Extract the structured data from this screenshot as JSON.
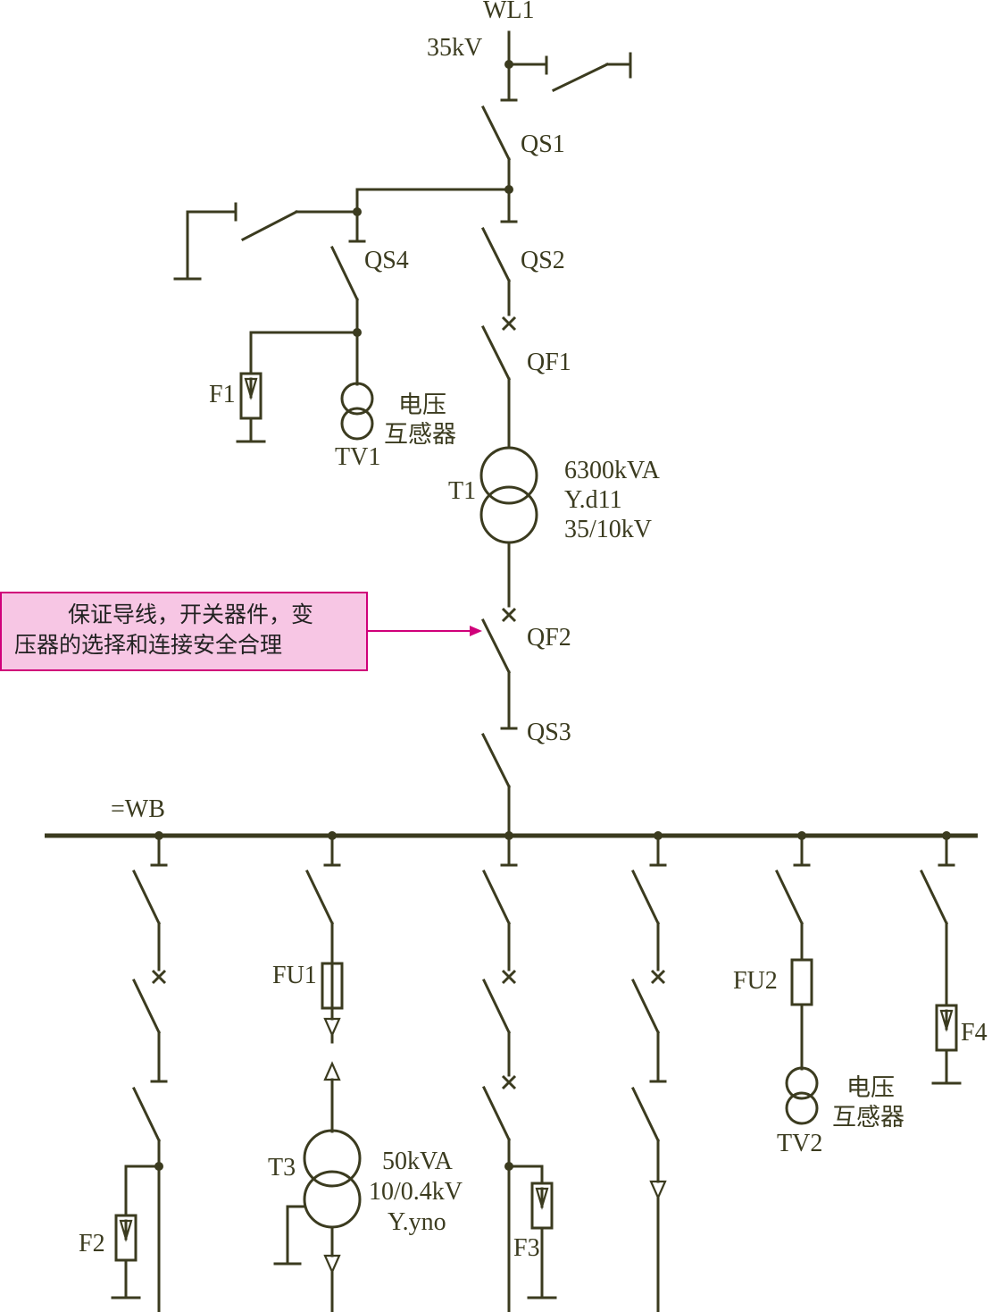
{
  "labels": {
    "wl1": "WL1",
    "kv35": "35kV",
    "qs1": "QS1",
    "qs2": "QS2",
    "qs4": "QS4",
    "qf1": "QF1",
    "qf2": "QF2",
    "qs3": "QS3",
    "f1": "F1",
    "tv1": "TV1",
    "tv1_cn1": "电压",
    "tv1_cn2": "互感器",
    "t1": "T1",
    "t1_rating": "6300kVA",
    "t1_conn": "Y.d11",
    "t1_volt": "35/10kV",
    "wb": "=WB",
    "fu1": "FU1",
    "fu2": "FU2",
    "t3": "T3",
    "t3_rating": "50kVA",
    "t3_volt": "10/0.4kV",
    "t3_conn": "Y.yno",
    "tv2": "TV2",
    "tv2_cn1": "电压",
    "tv2_cn2": "互感器",
    "f2": "F2",
    "f3": "F3",
    "f4": "F4"
  },
  "annotation": {
    "line1": "保证导线，开关器件，变",
    "line2": "压器的选择和连接安全合理"
  },
  "colors": {
    "wire": "#3b3b1f",
    "note_fill": "#f7c6e4",
    "note_border": "#d0007a",
    "arrow": "#d0007a"
  }
}
